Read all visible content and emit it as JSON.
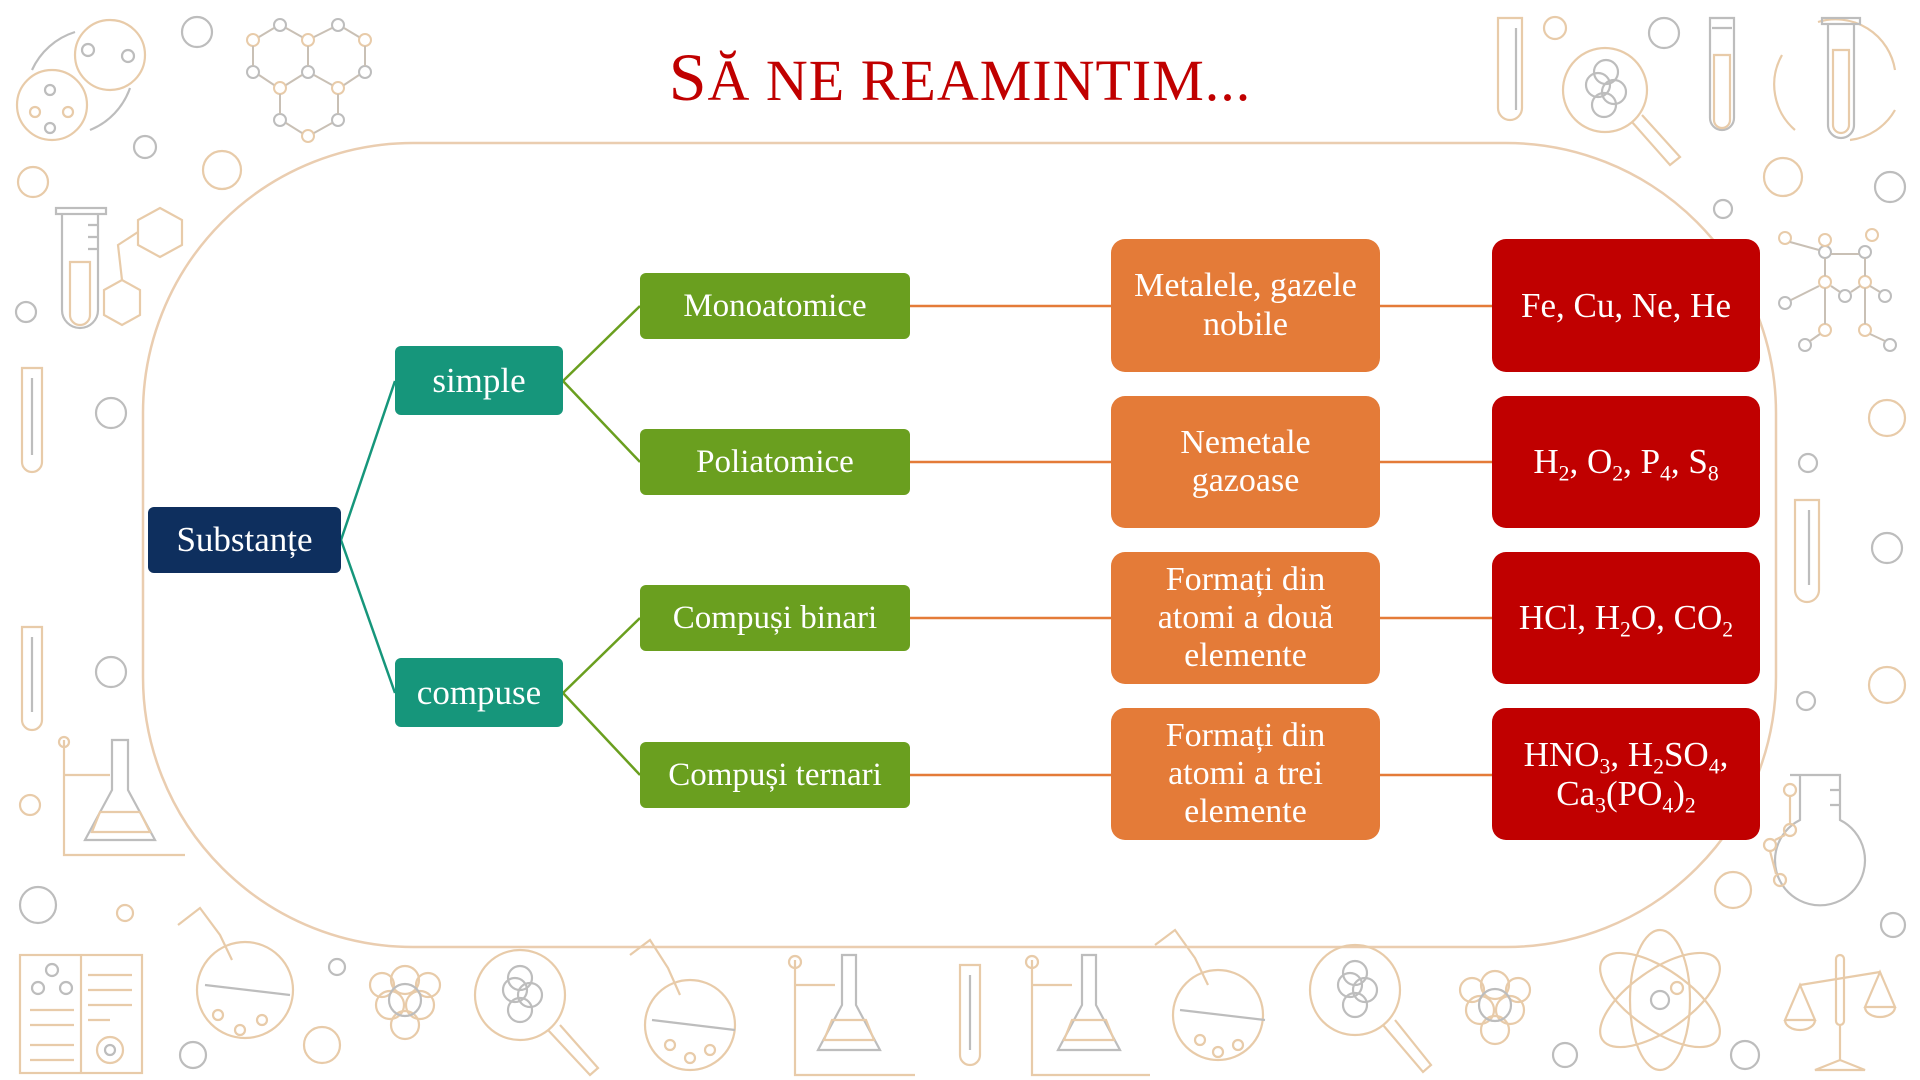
{
  "slide": {
    "title": "Să ne reamintim...",
    "title_first_letter": "S",
    "title_rest": "Ă NE REAMINTIM..."
  },
  "colors": {
    "title": "#C00000",
    "root": "#0E2F5E",
    "level1": "#16967B",
    "level2": "#6A9F1F",
    "level3": "#E47B38",
    "level4": "#C00000",
    "frame": "#EACDB0",
    "decor_tan": "#E8CBA9",
    "decor_gray": "#BDBDBD"
  },
  "diagram": {
    "root": {
      "label": "Substanțe"
    },
    "categories": [
      {
        "label": "simple",
        "subcategories": [
          {
            "label": "Monoatomice",
            "description": "Metalele, gazele nobile",
            "examples": "Fe, Cu, Ne, He"
          },
          {
            "label": "Poliatomice",
            "description": "Nemetale gazoase",
            "examples": "H2, O2, P4, S8"
          }
        ]
      },
      {
        "label": "compuse",
        "subcategories": [
          {
            "label": "Compuși binari",
            "description": "Formați din atomi a două elemente",
            "examples": "HCl, H2O, CO2"
          },
          {
            "label": "Compuși ternari",
            "description": "Formați din atomi a trei elemente",
            "examples": "HNO3, H2SO4, Ca3(PO4)2"
          }
        ]
      }
    ],
    "examples_rich": [
      [
        {
          "t": "Fe, Cu, Ne, He"
        }
      ],
      [
        {
          "t": "H"
        },
        {
          "s": "2"
        },
        {
          "t": ", O"
        },
        {
          "s": "2"
        },
        {
          "t": ", P"
        },
        {
          "s": "4"
        },
        {
          "t": ", S"
        },
        {
          "s": "8"
        }
      ],
      [
        {
          "t": "HCl, H"
        },
        {
          "s": "2"
        },
        {
          "t": "O, CO"
        },
        {
          "s": "2"
        }
      ],
      [
        {
          "t": "HNO"
        },
        {
          "s": "3"
        },
        {
          "t": ", H"
        },
        {
          "s": "2"
        },
        {
          "t": "SO"
        },
        {
          "s": "4"
        },
        {
          "t": ","
        },
        {
          "br": true
        },
        {
          "t": "Ca"
        },
        {
          "s": "3"
        },
        {
          "t": "(PO"
        },
        {
          "s": "4"
        },
        {
          "t": ")"
        },
        {
          "s": "2"
        }
      ]
    ]
  },
  "decorations": [
    "petri-dish-icon",
    "molecule-icon",
    "test-tube-icon",
    "benzene-icon",
    "magnifier-icon",
    "flask-icon",
    "erlenmeyer-icon",
    "book-icon",
    "cell-cluster-icon",
    "atom-icon",
    "scale-icon",
    "cycle-icon"
  ]
}
